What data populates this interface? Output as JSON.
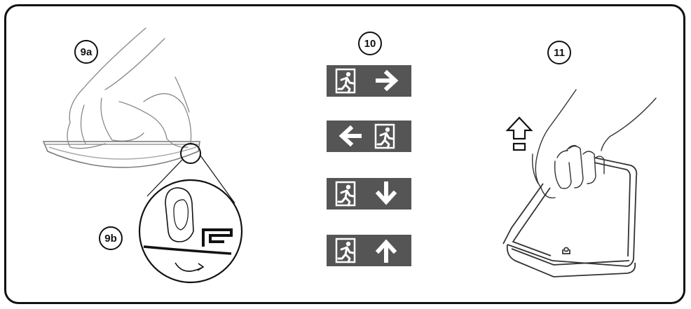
{
  "steps": {
    "step_9a": {
      "label": "9a"
    },
    "step_9b": {
      "label": "9b"
    },
    "step_10": {
      "label": "10"
    },
    "step_11": {
      "label": "11"
    }
  },
  "exit_signs": [
    {
      "arrow": "right",
      "pictogram": "running-man-door-icon"
    },
    {
      "arrow": "left",
      "pictogram": "running-man-door-icon"
    },
    {
      "arrow": "down",
      "pictogram": "running-man-door-icon"
    },
    {
      "arrow": "up",
      "pictogram": "running-man-door-icon"
    }
  ],
  "colors": {
    "sign_background": "#555555",
    "line": "#111111"
  }
}
